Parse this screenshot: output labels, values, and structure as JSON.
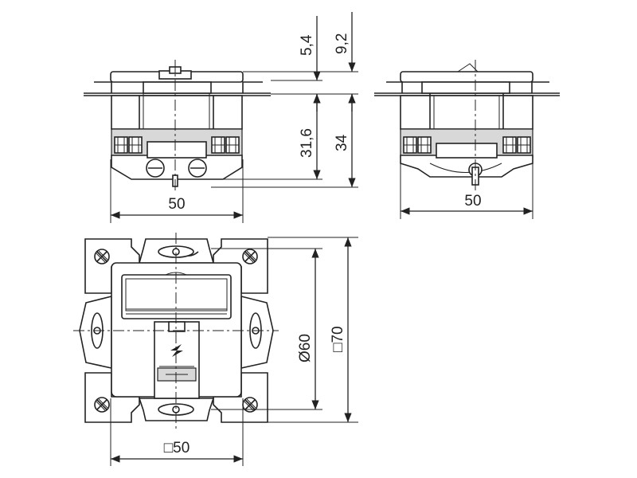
{
  "dimensions": {
    "top_width": "50",
    "side_width": "50",
    "front_width": "□50",
    "height_5_4": "5,4",
    "height_9_2": "9,2",
    "height_31_6": "31,6",
    "height_34": "34",
    "diameter_60": "Ø60",
    "square_70": "□70"
  },
  "colors": {
    "line": "#222222",
    "background": "#ffffff",
    "shade": "#d8d8d8"
  }
}
